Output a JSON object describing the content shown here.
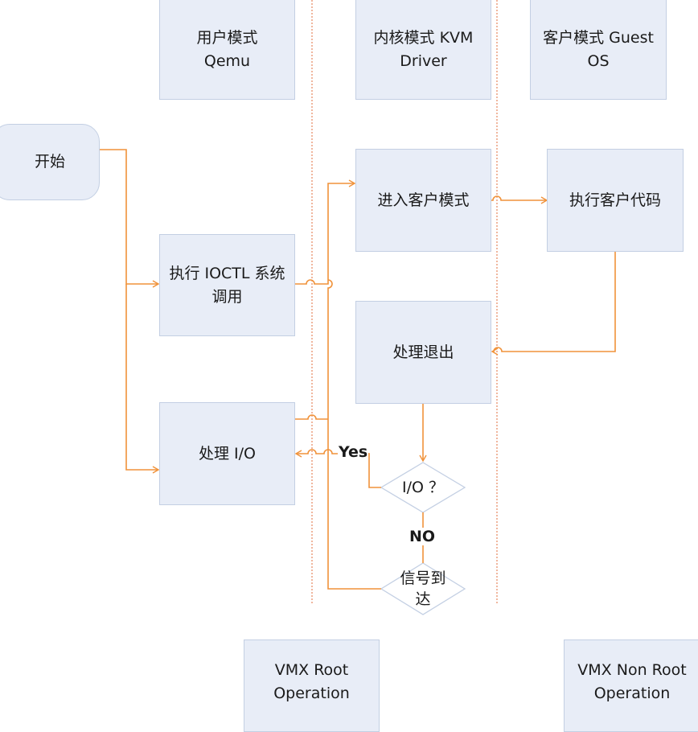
{
  "lanes": {
    "user": "用户模式\nQemu",
    "kernel": "内核模式 KVM\nDriver",
    "guest": "客户模式 Guest\nOS"
  },
  "nodes": {
    "start": "开始",
    "ioctl": "执行 IOCTL 系统\n调用",
    "handle_io": "处理 I/O",
    "enter_guest": "进入客户模式",
    "run_guest": "执行客户代码",
    "handle_exit": "处理退出",
    "io_check": "I/O ？",
    "signal": "信号到\n达"
  },
  "edge_labels": {
    "yes": "Yes",
    "no": "NO"
  },
  "footer": {
    "root": "VMX Root\nOperation",
    "nonroot": "VMX Non Root\nOperation"
  },
  "colors": {
    "box_fill": "#e8edf7",
    "box_border": "#c3cfe3",
    "arrow": "#f0923a",
    "divider": "#e8906a"
  }
}
